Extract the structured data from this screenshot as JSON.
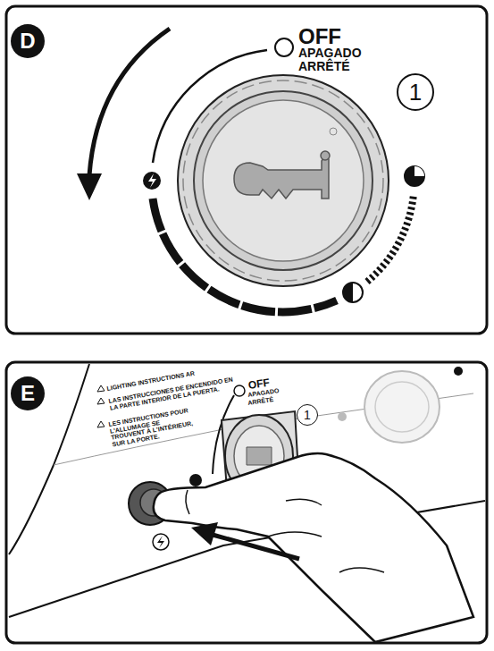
{
  "diagram": {
    "nodes": [
      {
        "text": [
          "D"
        ]
      },
      {
        "text": [
          "1"
        ]
      },
      {
        "text": [
          "E"
        ]
      },
      {
        "text": [
          "1"
        ]
      }
    ],
    "labels": [
      "OFF",
      "APAGADO",
      "ARRÊTÉ",
      "LIGHTING INSTRUCTIONS AR",
      "LAS INSTRUCCIONES DE ENCENDIDO EN LA PARTE INTERIOR DE LA PUERTA.",
      "LES INSTRUCTIONS POUR L'ALLUMAGE SE TROUVENT À L'INTÉRIEUR, SUR LA PORTE.",
      "OFF",
      "APAGADO",
      "ARRÊTÉ"
    ]
  }
}
